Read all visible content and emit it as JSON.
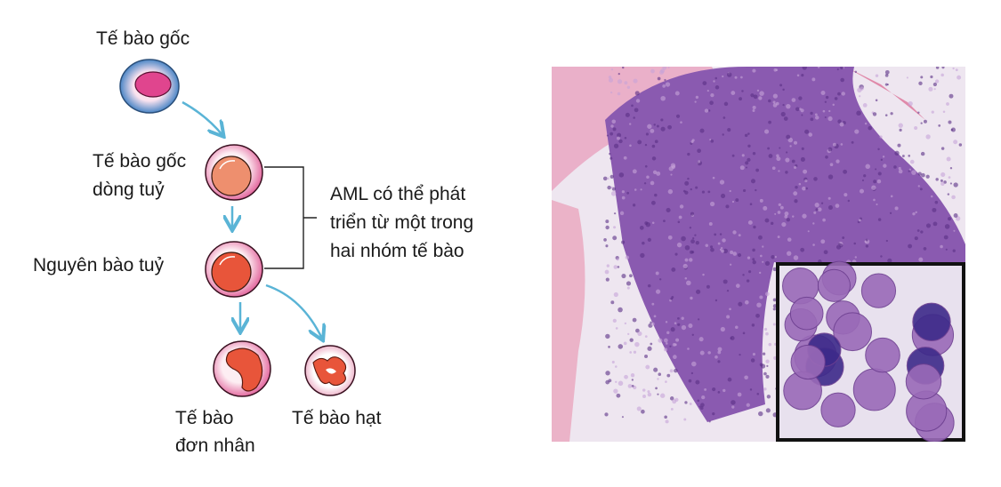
{
  "diagram": {
    "stem_cell": "Tế bào gốc",
    "myeloid_stem_cell": [
      "Tế bào gốc",
      "dòng tuỷ"
    ],
    "myeloblast": "Nguyên bào tuỷ",
    "aml_note": [
      "AML có thể phát",
      "triển từ một trong",
      "hai nhóm tế bào"
    ],
    "monocyte": [
      "Tế bào",
      "đơn nhân"
    ],
    "granulocyte": "Tế bào hạt"
  },
  "colors": {
    "arrow": "#5ab4d6",
    "stem_nucleus": "#e0458e",
    "myeloid_nucleus": "#ee8f6e",
    "blast_nucleus": "#e8553a",
    "tissue_pink": "#e8a6c0",
    "tissue_purple": "#7b4fa0"
  }
}
